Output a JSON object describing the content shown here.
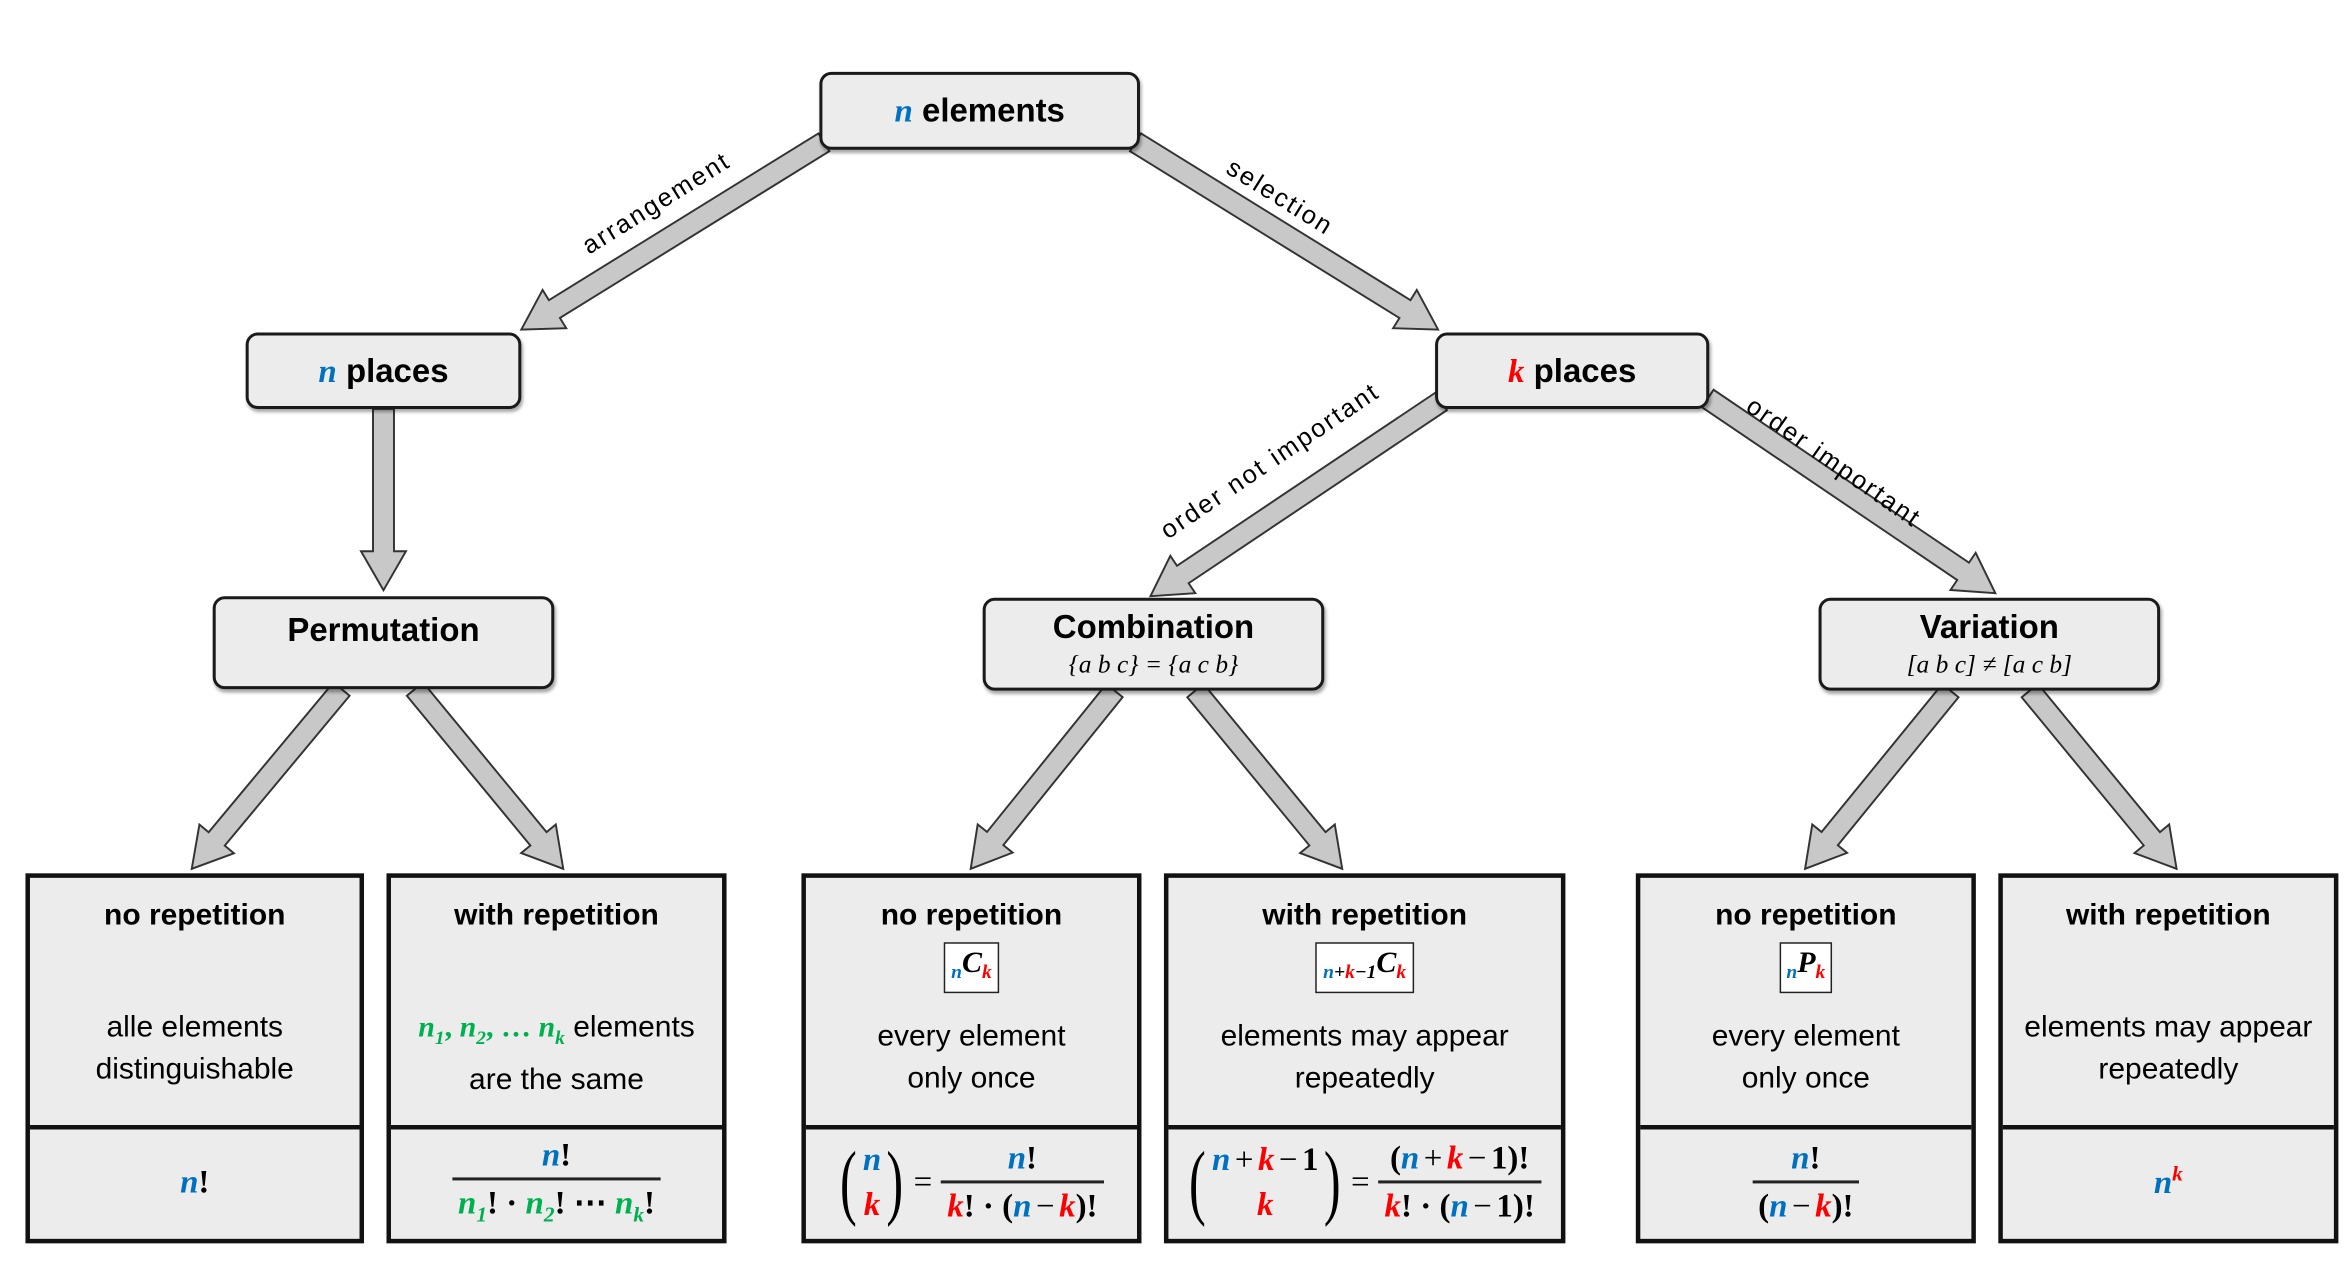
{
  "colors": {
    "blue": "#0070c0",
    "red": "#ff0000",
    "green": "#00b050",
    "box_fill": "#ececec",
    "arrow_fill": "#c8c8c8"
  },
  "nodes": {
    "root": {
      "var": "n",
      "label": "elements"
    },
    "n_places": {
      "var": "n",
      "label": "places"
    },
    "k_places": {
      "var": "k",
      "label": "places"
    },
    "permutation": {
      "title": "Permutation"
    },
    "combination": {
      "title": "Combination",
      "subtitle": "{a b c} = {a c b}"
    },
    "variation": {
      "title": "Variation",
      "subtitle": "[a b c] ≠ [a c b]"
    }
  },
  "edge_labels": {
    "arrangement": "arrangement",
    "selection": "selection",
    "order_not_important": "order not important",
    "order_important": "order important"
  },
  "cells": [
    {
      "title": "no repetition",
      "desc": [
        "alle elements",
        "distinguishable"
      ],
      "formula": [
        {
          "t": "n",
          "c": "blue"
        },
        {
          "t": "!",
          "c": "black",
          "up": true
        }
      ]
    },
    {
      "title": "with repetition",
      "desc_math": [
        {
          "t": "n",
          "c": "green",
          "sub": "1"
        },
        {
          "t": ", ",
          "c": "green",
          "up": true
        },
        {
          "t": "n",
          "c": "green",
          "sub": "2"
        },
        {
          "t": ", … ",
          "c": "green",
          "up": true
        },
        {
          "t": "n",
          "c": "green",
          "sub": "k"
        }
      ],
      "desc": [
        "elements",
        "are the same"
      ],
      "formula": [
        {
          "frac": {
            "num": [
              {
                "t": "n",
                "c": "blue"
              },
              {
                "t": "!",
                "c": "black",
                "up": true
              }
            ],
            "den": [
              {
                "t": "n",
                "c": "green",
                "sub": "1"
              },
              {
                "t": "! · ",
                "c": "black",
                "up": true
              },
              {
                "t": "n",
                "c": "green",
                "sub": "2"
              },
              {
                "t": "! ⋯ ",
                "c": "black",
                "up": true
              },
              {
                "t": "n",
                "c": "green",
                "sub": "k"
              },
              {
                "t": "!",
                "c": "black",
                "up": true
              }
            ]
          }
        }
      ]
    },
    {
      "title": "no repetition",
      "notation": [
        {
          "t": "n",
          "c": "blue",
          "small": true
        },
        {
          "t": "C",
          "c": "black"
        },
        {
          "t": "k",
          "c": "red",
          "small": true
        }
      ],
      "desc": [
        "every element",
        "only once"
      ],
      "formula": [
        {
          "binom": {
            "top": [
              {
                "t": "n",
                "c": "blue"
              }
            ],
            "bottom": [
              {
                "t": "k",
                "c": "red"
              }
            ]
          }
        },
        {
          "t": "=",
          "c": "black",
          "op": true
        },
        {
          "frac": {
            "num": [
              {
                "t": "n",
                "c": "blue"
              },
              {
                "t": "!",
                "c": "black",
                "up": true
              }
            ],
            "den": [
              {
                "t": "k",
                "c": "red"
              },
              {
                "t": "! · (",
                "c": "black",
                "up": true
              },
              {
                "t": "n",
                "c": "blue"
              },
              {
                "t": "−",
                "c": "black",
                "op": true
              },
              {
                "t": "k",
                "c": "red"
              },
              {
                "t": ")!",
                "c": "black",
                "up": true
              }
            ]
          }
        }
      ]
    },
    {
      "title": "with repetition",
      "notation": [
        {
          "t": "n",
          "c": "blue",
          "small": true
        },
        {
          "t": "+",
          "c": "black",
          "small": true
        },
        {
          "t": "k",
          "c": "red",
          "small": true
        },
        {
          "t": "−1",
          "c": "black",
          "small": true
        },
        {
          "t": "C",
          "c": "black"
        },
        {
          "t": "k",
          "c": "red",
          "small": true
        }
      ],
      "desc": [
        "elements may appear",
        "repeatedly"
      ],
      "formula": [
        {
          "binom": {
            "top": [
              {
                "t": "n",
                "c": "blue"
              },
              {
                "t": "+",
                "c": "black",
                "op": true
              },
              {
                "t": "k",
                "c": "red"
              },
              {
                "t": "−",
                "c": "black",
                "op": true
              },
              {
                "t": "1",
                "c": "black",
                "up": true
              }
            ],
            "bottom": [
              {
                "t": "k",
                "c": "red"
              }
            ]
          }
        },
        {
          "t": "=",
          "c": "black",
          "op": true
        },
        {
          "frac": {
            "num": [
              {
                "t": "(",
                "c": "black",
                "up": true
              },
              {
                "t": "n",
                "c": "blue"
              },
              {
                "t": "+",
                "c": "black",
                "op": true
              },
              {
                "t": "k",
                "c": "red"
              },
              {
                "t": "−",
                "c": "black",
                "op": true
              },
              {
                "t": "1)!",
                "c": "black",
                "up": true
              }
            ],
            "den": [
              {
                "t": "k",
                "c": "red"
              },
              {
                "t": "! · (",
                "c": "black",
                "up": true
              },
              {
                "t": "n",
                "c": "blue"
              },
              {
                "t": "−",
                "c": "black",
                "op": true
              },
              {
                "t": "1)!",
                "c": "black",
                "up": true
              }
            ]
          }
        }
      ]
    },
    {
      "title": "no repetition",
      "notation": [
        {
          "t": "n",
          "c": "blue",
          "small": true
        },
        {
          "t": "P",
          "c": "black"
        },
        {
          "t": "k",
          "c": "red",
          "small": true
        }
      ],
      "desc": [
        "every element",
        "only once"
      ],
      "formula": [
        {
          "frac": {
            "num": [
              {
                "t": "n",
                "c": "blue"
              },
              {
                "t": "!",
                "c": "black",
                "up": true
              }
            ],
            "den": [
              {
                "t": "(",
                "c": "black",
                "up": true
              },
              {
                "t": "n",
                "c": "blue"
              },
              {
                "t": "−",
                "c": "black",
                "op": true
              },
              {
                "t": "k",
                "c": "red"
              },
              {
                "t": ")!",
                "c": "black",
                "up": true
              }
            ]
          }
        }
      ]
    },
    {
      "title": "with repetition",
      "desc": [
        "elements may appear",
        "repeatedly"
      ],
      "formula": [
        {
          "t": "n",
          "c": "blue",
          "sup": "k",
          "supc": "red"
        }
      ]
    }
  ]
}
